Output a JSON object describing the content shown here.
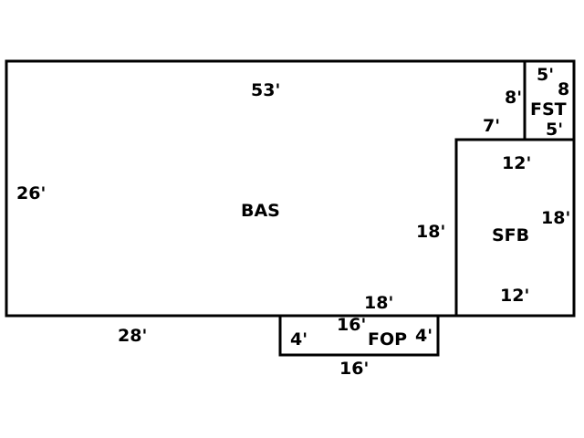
{
  "sketch": {
    "areas": {
      "bas": {
        "name": "BAS",
        "dimensions": {
          "top": "53'",
          "left": "26'",
          "bottom": "28'",
          "right_inner": "18'",
          "bottom_inner": "18'",
          "step": "7'",
          "step_vertical": "8'"
        }
      },
      "fst": {
        "name": "FST",
        "dimensions": {
          "top": "5'",
          "right": "8",
          "bottom": "5'"
        }
      },
      "sfb": {
        "name": "SFB",
        "dimensions": {
          "top": "12'",
          "right": "18'",
          "bottom": "12'"
        }
      },
      "fop": {
        "name": "FOP",
        "dimensions": {
          "top": "16'",
          "left": "4'",
          "right": "4'",
          "bottom": "16'"
        }
      }
    },
    "line_color": "#000000"
  }
}
